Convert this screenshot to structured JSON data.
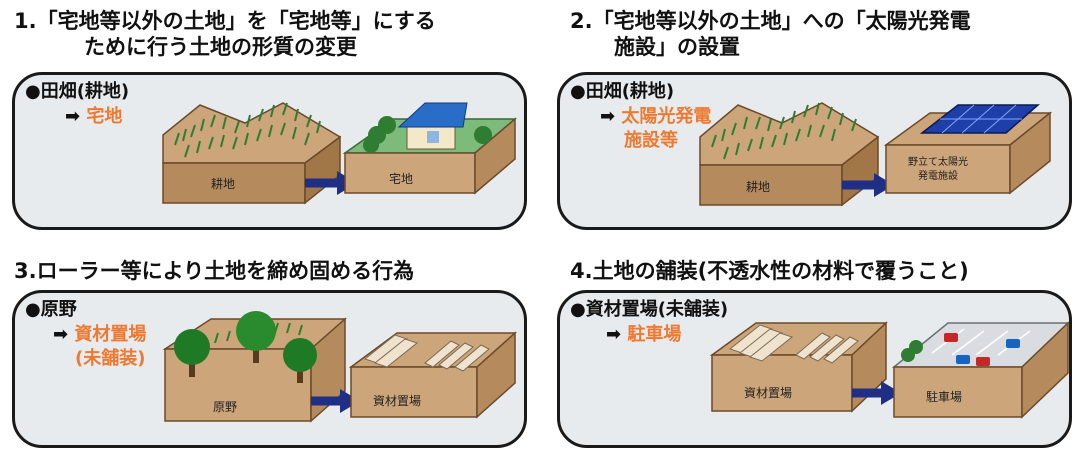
{
  "colors": {
    "accent": "#ee7a32",
    "panel_bg": "#e8ebee",
    "arrow": "#1f2f86",
    "soil_top": "#cda57a",
    "soil_side": "#b58a5c"
  },
  "sections": [
    {
      "heading_line1": "1.「宅地等以外の土地」を「宅地等」にする",
      "heading_line2": "ために行う土地の形質の変更",
      "from_label": "●田畑(耕地)",
      "arrow_glyph": "➡",
      "to_lines": [
        "宅地"
      ],
      "left_block_label": "耕地",
      "right_block_label": "宅地"
    },
    {
      "heading_line1": "2.「宅地等以外の土地」への「太陽光発電",
      "heading_line2": "施設」の設置",
      "from_label": "●田畑(耕地)",
      "arrow_glyph": "➡",
      "to_lines": [
        "太陽光発電",
        "施設等"
      ],
      "left_block_label": "耕地",
      "right_block_label_line1": "野立て太陽光",
      "right_block_label_line2": "発電施設"
    },
    {
      "heading_line1": "3.ローラー等により土地を締め固める行為",
      "from_label": "●原野",
      "arrow_glyph": "➡",
      "to_lines": [
        "資材置場",
        "(未舗装)"
      ],
      "left_block_label": "原野",
      "right_block_label": "資材置場"
    },
    {
      "heading_line1": "4.土地の舗装(不透水性の材料で覆うこと)",
      "from_label": "●資材置場(未舗装)",
      "arrow_glyph": "➡",
      "to_lines": [
        "駐車場"
      ],
      "left_block_label": "資材置場",
      "right_block_label": "駐車場"
    }
  ]
}
